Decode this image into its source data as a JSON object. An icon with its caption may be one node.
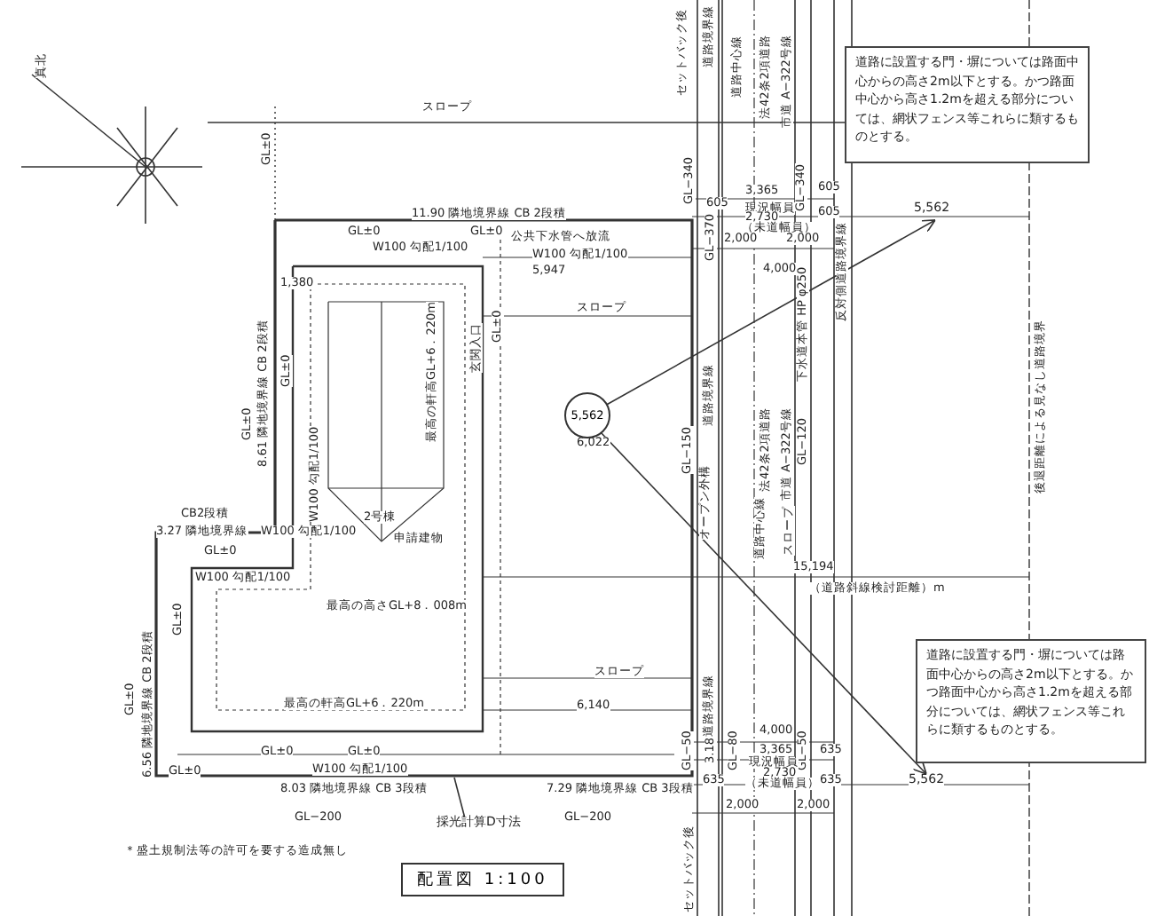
{
  "diagram": {
    "caption": "配置図 1:100",
    "nodes": [
      {
        "text": [
          "道路に設置する門・塀については路面中心からの高さ2m以下とする。かつ路面中心から高さ1.2mを超える部分については、網状フェンス等これらに類するものとする。"
        ]
      },
      {
        "text": [
          "道路に設置する門・塀については路面中心からの高さ2m以下とする。かつ路面中心から高さ1.2mを超える部分については、網状フェンス等これらに類するものとする。"
        ]
      },
      {
        "text": [
          "5,562"
        ]
      },
      {
        "text": [
          "5,562"
        ]
      },
      {
        "text": [
          "5,562"
        ]
      },
      {
        "text": [
          "採光計算D寸法"
        ]
      }
    ],
    "edges": [
      {
        "from": 2,
        "to": 3,
        "arrow": "to"
      },
      {
        "from": 2,
        "to": 4,
        "arrow": "to"
      },
      {
        "from": 5,
        "to": null,
        "arrow": "none"
      }
    ],
    "labels": [
      "真北",
      "スロープ",
      "GL±0",
      "11.90 隣地境界線 CB 2段積",
      "GL±0",
      "W100 勾配1/100",
      "GL±0",
      "公共下水管へ放流",
      "W100 勾配1/100",
      "5,947",
      "1,380",
      "スロープ",
      "最高の軒高GL+6．220m",
      "玄関入口",
      "GL±0",
      "8.61 隣地境界線 CB 2段積",
      "GL±0",
      "GL±0",
      "W100 勾配1/100",
      "2号棟",
      "申請建物",
      "CB2段積",
      "3.27 隣地境界線",
      "W100 勾配1/100",
      "GL±0",
      "W100 勾配1/100",
      "最高の高さGL+8．008m",
      "GL±0",
      "6.56 隣地境界線 CB 2段積",
      "GL±0",
      "最高の軒高GL+6．220m",
      "GL±0",
      "GL±0",
      "GL±0",
      "W100 勾配1/100",
      "8.03 隣地境界線 CB 3段積",
      "7.29 隣地境界線 CB 3段積",
      "GL−200",
      "GL−200",
      "＊盛土規制法等の許可を要する造成無し",
      "セットバック後",
      "道路境界線",
      "道路中心線",
      "法42条2項道路",
      "市道 A−322号線",
      "GL−340",
      "GL−370",
      "605",
      "3,365",
      "現況幅員",
      "605",
      "2,730",
      "（未道幅員）",
      "605",
      "2,000",
      "2,000",
      "4,000",
      "GL−340",
      "下水道本管 HP φ250",
      "反対側道路境界線",
      "後退距離による見なし道路境界",
      "6,022",
      "GL−150",
      "道路境界線",
      "法42条2項道路",
      "市道 A−322号線",
      "GL−120",
      "15,194",
      "（道路斜線検討距離）m",
      "オープン外構",
      "道路中心線",
      "スロープ",
      "スロープ",
      "6,140",
      "道路境界線",
      "GL−50",
      "3.18",
      "GL−80",
      "GL−50",
      "4,000",
      "3,365",
      "635",
      "現況幅員",
      "2,730",
      "635",
      "（未道幅員）",
      "635",
      "2,000",
      "2,000",
      "セットバック後"
    ]
  }
}
